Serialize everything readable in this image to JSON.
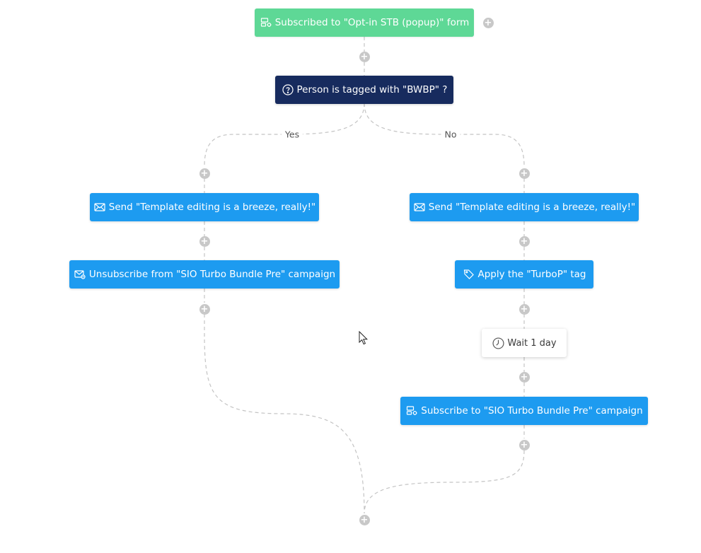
{
  "flow": {
    "trigger": {
      "label": "Subscribed to \"Opt-in STB (popup)\" form",
      "icon": "form-subscribe-icon",
      "color": "#5ed896"
    },
    "condition": {
      "label": "Person is tagged with \"BWBP\" ?",
      "icon": "question-circle-icon",
      "color": "#172b5e"
    },
    "branches": {
      "yes_label": "Yes",
      "no_label": "No"
    },
    "yes_steps": [
      {
        "type": "action",
        "icon": "envelope-icon",
        "label": "Send \"Template editing is a breeze, really!\""
      },
      {
        "type": "action",
        "icon": "envelope-unsubscribe-icon",
        "label": "Unsubscribe from \"SIO Turbo Bundle Pre\" campaign"
      }
    ],
    "no_steps": [
      {
        "type": "action",
        "icon": "envelope-icon",
        "label": "Send \"Template editing is a breeze, really!\""
      },
      {
        "type": "action",
        "icon": "tag-icon",
        "label": "Apply the \"TurboP\" tag"
      },
      {
        "type": "wait",
        "icon": "clock-icon",
        "label": "Wait 1 day"
      },
      {
        "type": "action",
        "icon": "campaign-subscribe-icon",
        "label": "Subscribe to \"SIO Turbo Bundle Pre\" campaign"
      }
    ],
    "add_step_symbol": "+",
    "colors": {
      "action": "#1d9bf0",
      "connector": "#c4c4c4",
      "add_button": "#c8c8c8"
    }
  }
}
